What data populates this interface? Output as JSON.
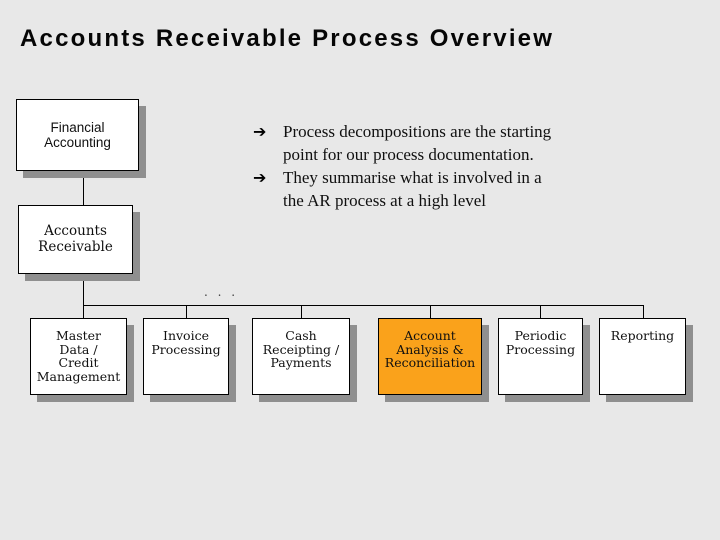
{
  "title": "Accounts Receivable Process Overview",
  "bullets": [
    {
      "marker": "➔",
      "lines": [
        "Process decompositions are the starting",
        "point for our process documentation."
      ]
    },
    {
      "marker": "➔",
      "lines": [
        "They summarise what is involved in a",
        "the AR process at a high level"
      ]
    }
  ],
  "hierarchy": {
    "root": {
      "lines": [
        "Financial",
        "Accounting"
      ]
    },
    "level2": {
      "lines": [
        "Accounts",
        "Receivable"
      ]
    },
    "ellipsis": ". . .",
    "children": [
      {
        "lines": [
          "Master",
          "Data /",
          "Credit",
          "Management"
        ],
        "highlighted": false
      },
      {
        "lines": [
          "Invoice",
          "Processing"
        ],
        "highlighted": false
      },
      {
        "lines": [
          "Cash",
          "Receipting /",
          "Payments"
        ],
        "highlighted": false
      },
      {
        "lines": [
          "Account",
          "Analysis &",
          "Reconciliation"
        ],
        "highlighted": true
      },
      {
        "lines": [
          "Periodic",
          "Processing"
        ],
        "highlighted": false
      },
      {
        "lines": [
          "Reporting"
        ],
        "highlighted": false
      }
    ]
  },
  "colors": {
    "background": "#E8E8E8",
    "box_fill": "#FFFFFF",
    "box_border": "#000000",
    "box_shadow": "#8F8F8F",
    "highlight": "#FAA21B",
    "text": "#101010"
  }
}
